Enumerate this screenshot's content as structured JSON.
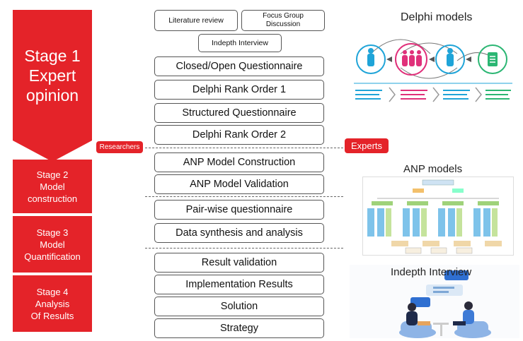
{
  "stages": [
    {
      "lines": [
        "Stage 1",
        "Expert",
        "opinion"
      ]
    },
    {
      "lines": [
        "Stage 2",
        "Model",
        "construction"
      ]
    },
    {
      "lines": [
        "Stage 3",
        "Model",
        "Quantification"
      ]
    },
    {
      "lines": [
        "Stage 4",
        "Analysis",
        "Of Results"
      ]
    }
  ],
  "top_boxes": {
    "literature_review": "Literature review",
    "focus_group": "Focus Group Discussion",
    "indepth_interview": "Indepth Interview"
  },
  "steps": [
    "Closed/Open Questionnaire",
    "Delphi Rank Order 1",
    "Structured Questionnaire",
    "Delphi Rank Order 2",
    "ANP Model Construction",
    "ANP Model Validation",
    "Pair-wise questionnaire",
    "Data synthesis and analysis",
    "Result validation",
    "Implementation Results",
    "Solution",
    "Strategy"
  ],
  "tags": {
    "researchers": "Researchers",
    "experts": "Experts"
  },
  "panels": {
    "delphi_title": "Delphi models",
    "anp_title": "ANP models",
    "interview_title": "Indepth Interview"
  },
  "colors": {
    "accent": "#e42329",
    "delphi_blue": "#1fa4d8",
    "delphi_pink": "#e0307a",
    "delphi_green": "#2bb673"
  }
}
